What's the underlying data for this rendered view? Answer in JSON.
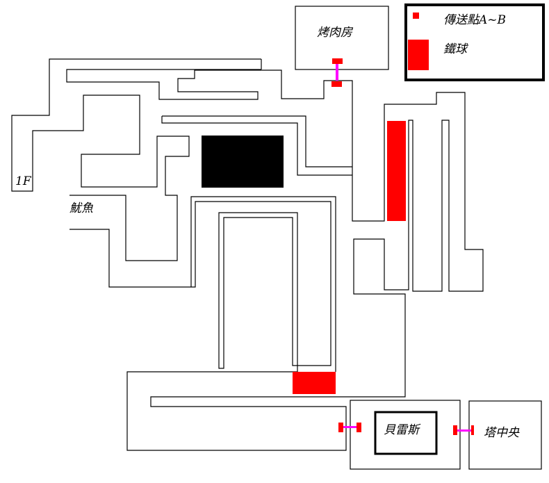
{
  "map": {
    "floor_label": "1F",
    "rooms": {
      "bbq_room": "烤肉房",
      "squid": "魷魚",
      "beres": "貝雷斯",
      "tower_center": "塔中央"
    },
    "legend": {
      "teleport_label": "傳送點A~B",
      "iron_ball_label": "鐵球"
    },
    "colors": {
      "teleport": "#ff0000",
      "iron_ball": "#ff0000",
      "link": "#ff00ff",
      "obstacle": "#000000"
    }
  }
}
